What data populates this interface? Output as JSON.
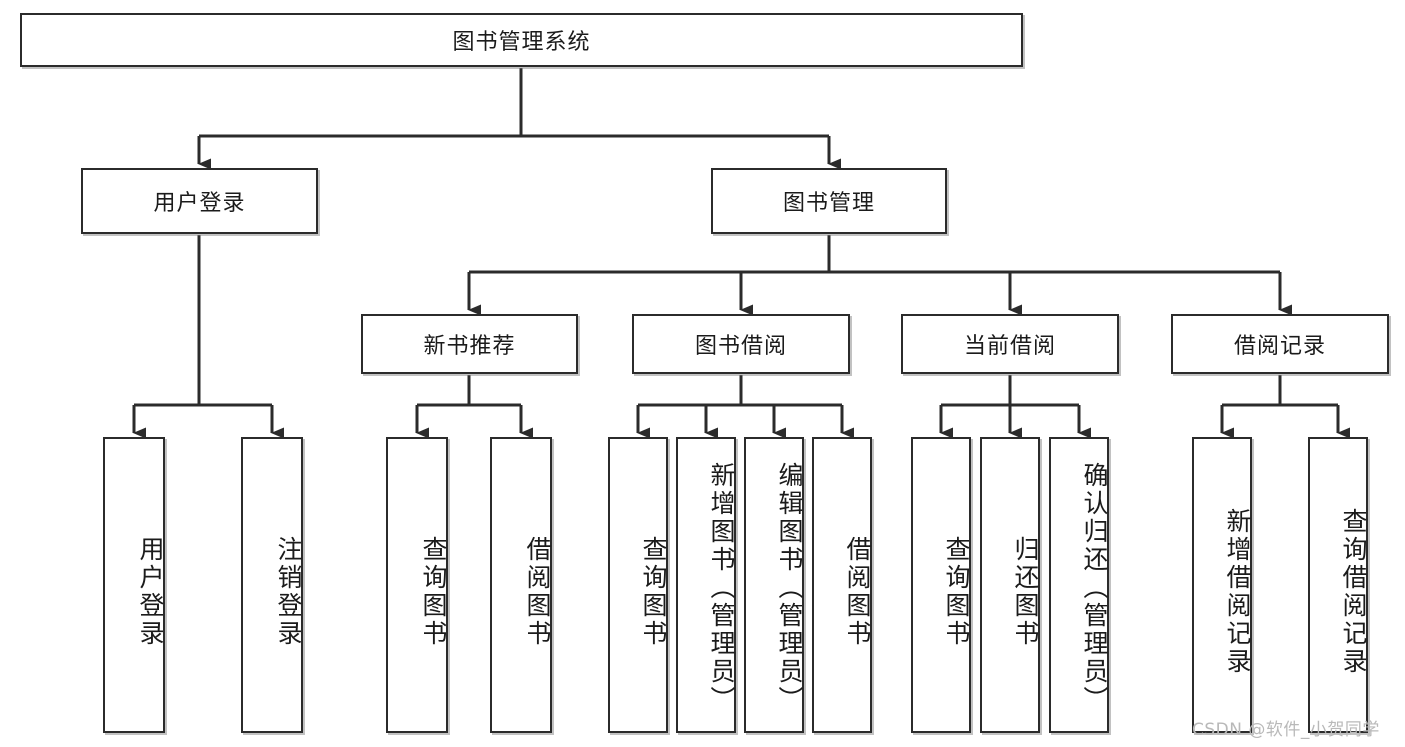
{
  "diagram": {
    "type": "tree-hierarchy",
    "title": "图书管理系统",
    "watermark": "CSDN @软件_小贺同学",
    "colors": {
      "box_border": "#2b2b2b",
      "box_fill": "#ffffff",
      "connector": "#2b2b2b",
      "text": "#1b1b1b",
      "watermark": "#b9b9b9",
      "background": "#ffffff"
    },
    "root": {
      "label": "图书管理系统"
    },
    "level2": [
      {
        "label": "用户登录"
      },
      {
        "label": "图书管理"
      }
    ],
    "level3": [
      {
        "label": "新书推荐"
      },
      {
        "label": "图书借阅"
      },
      {
        "label": "当前借阅"
      },
      {
        "label": "借阅记录"
      }
    ],
    "leaves": {
      "user_login": [
        {
          "label": "用户登录"
        },
        {
          "label": "注销登录"
        }
      ],
      "new_book_recommend": [
        {
          "label": "查询图书"
        },
        {
          "label": "借阅图书"
        }
      ],
      "book_borrow": [
        {
          "label": "查询图书"
        },
        {
          "label": "新增图书（管理员）"
        },
        {
          "label": "编辑图书（管理员）"
        },
        {
          "label": "借阅图书"
        }
      ],
      "current_borrow": [
        {
          "label": "查询图书"
        },
        {
          "label": "归还图书"
        },
        {
          "label": "确认归还（管理员）"
        }
      ],
      "borrow_record": [
        {
          "label": "新增借阅记录"
        },
        {
          "label": "查询借阅记录"
        }
      ]
    }
  }
}
